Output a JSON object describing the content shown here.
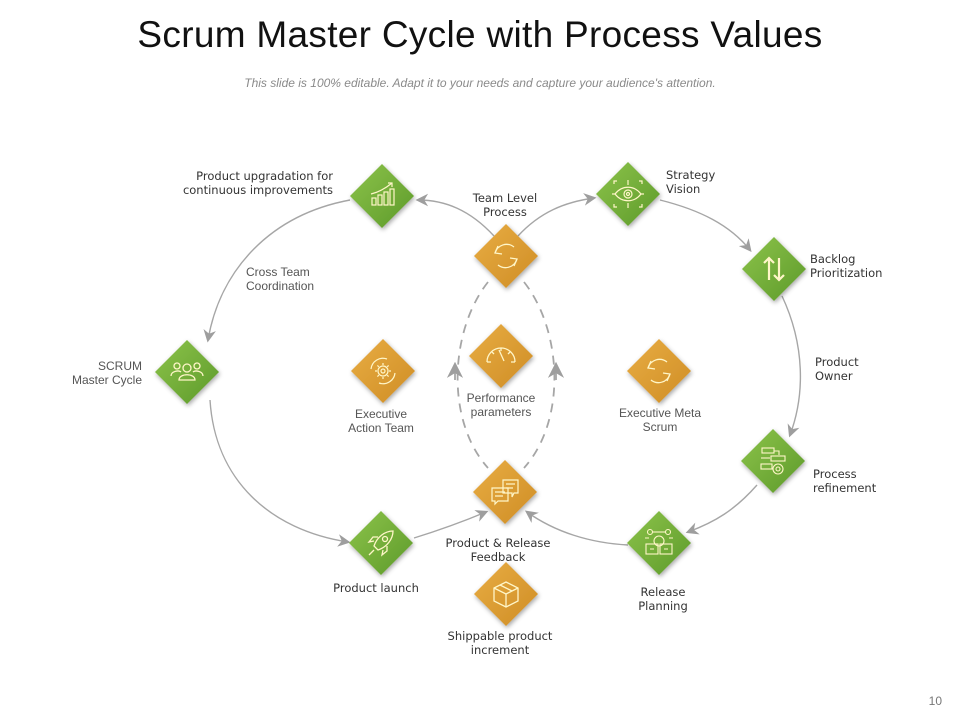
{
  "title": "Scrum Master Cycle with Process Values",
  "subtitle": "This slide is 100% editable. Adapt it to your needs and capture your audience's attention.",
  "page_number": "10",
  "colors": {
    "green": "#7cb342",
    "green_dark": "#5e9a2a",
    "orange": "#e0a033",
    "orange_dark": "#c98a22",
    "connector": "#a6a6a6",
    "icon_stroke": "#fff6c8"
  },
  "nodes": {
    "product_upgradation": {
      "label": "Product upgradation for continuous improvements",
      "line1": "Product upgradation for",
      "line2": "continuous improvements",
      "icon": "bar-chart-growth-icon",
      "color": "green"
    },
    "strategy_vision": {
      "label": "Strategy Vision",
      "line1": "Strategy",
      "line2": "Vision",
      "icon": "eye-target-icon",
      "color": "green"
    },
    "team_level_process": {
      "label": "Team Level Process",
      "line1": "Team Level",
      "line2": "Process",
      "icon": "cycle-arrows-icon",
      "color": "orange"
    },
    "backlog_prioritization": {
      "label": "Backlog Prioritization",
      "line1": "Backlog",
      "line2": "Prioritization",
      "icon": "up-down-arrows-icon",
      "color": "green"
    },
    "scrum_master_cycle": {
      "label": "SCRUM Master Cycle",
      "line1": "SCRUM",
      "line2": "Master Cycle",
      "icon": "team-group-icon",
      "color": "green"
    },
    "executive_action_team": {
      "label": "Executive Action Team",
      "line1": "Executive",
      "line2": "Action Team",
      "icon": "gear-cycle-icon",
      "color": "orange"
    },
    "performance_parameters": {
      "label": "Performance parameters",
      "line1": "Performance",
      "line2": "parameters",
      "icon": "gauge-icon",
      "color": "orange"
    },
    "executive_meta_scrum": {
      "label": "Executive Meta Scrum",
      "line1": "Executive Meta",
      "line2": "Scrum",
      "icon": "cycle-arrows-icon",
      "color": "orange"
    },
    "process_refinement": {
      "label": "Process refinement",
      "line1": "Process",
      "line2": "refinement",
      "icon": "process-flow-icon",
      "color": "green"
    },
    "product_release_feedback": {
      "label": "Product & Release Feedback",
      "line1": "Product & Release",
      "line2": "Feedback",
      "icon": "chat-bubbles-icon",
      "color": "orange"
    },
    "product_launch": {
      "label": "Product launch",
      "line1": "Product launch",
      "icon": "rocket-icon",
      "color": "green"
    },
    "release_planning": {
      "label": "Release Planning",
      "line1": "Release",
      "line2": "Planning",
      "icon": "planning-box-icon",
      "color": "green"
    },
    "shippable_increment": {
      "label": "Shippable product increment",
      "line1": "Shippable product",
      "line2": "increment",
      "icon": "package-box-icon",
      "color": "orange"
    }
  },
  "edge_labels": {
    "cross_team": {
      "line1": "Cross Team",
      "line2": "Coordination"
    },
    "product_owner": {
      "line1": "Product",
      "line2": "Owner"
    }
  }
}
